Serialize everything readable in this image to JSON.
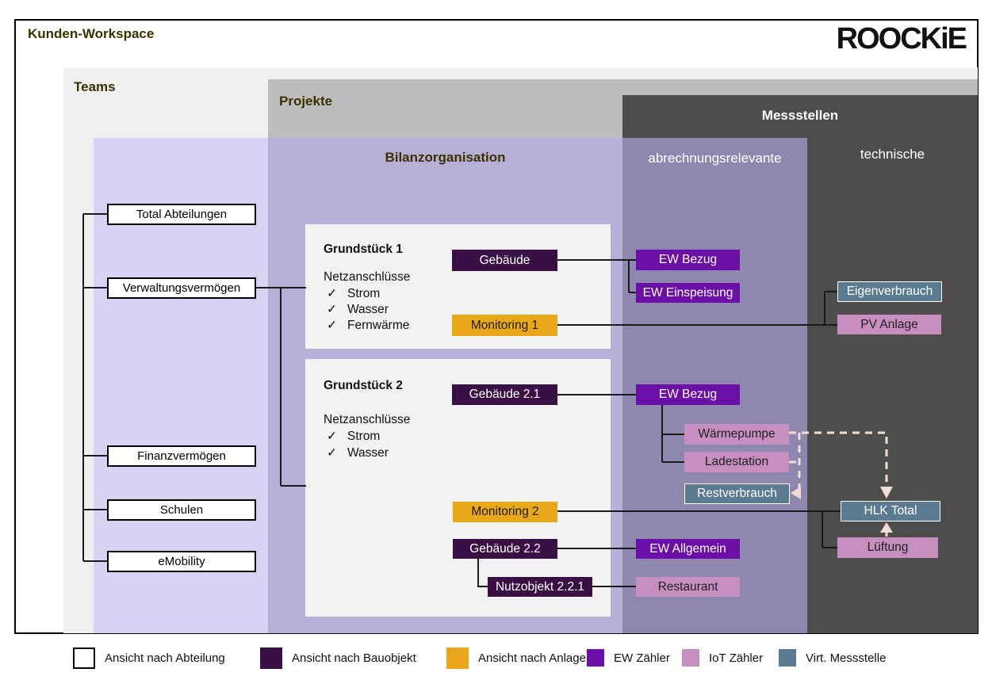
{
  "header": {
    "title": "Kunden-Workspace",
    "logo": "ROOCKiE"
  },
  "sections": {
    "teams": "Teams",
    "projekte": "Projekte",
    "messstellen": "Messstellen",
    "bilanzorganisation": "Bilanzorganisation",
    "abrechnungsrelevante": "abrechnungsrelevante",
    "technische": "technische"
  },
  "check_glyph": "✓",
  "teams": {
    "items": [
      "Total Abteilungen",
      "Verwaltungsvermögen",
      "Finanzvermögen",
      "Schulen",
      "eMobility"
    ]
  },
  "grundstueck1": {
    "title": "Grundstück 1",
    "subtitle": "Netzanschlüsse",
    "checks": [
      "Strom",
      "Wasser",
      "Fernwärme"
    ],
    "gebaeude": "Gebäude",
    "monitoring": "Monitoring 1"
  },
  "grundstueck2": {
    "title": "Grundstück 2",
    "subtitle": "Netzanschlüsse",
    "checks": [
      "Strom",
      "Wasser"
    ],
    "gebaeude21": "Gebäude 2.1",
    "monitoring": "Monitoring 2",
    "gebaeude22": "Gebäude 2.2",
    "nutzobjekt": "Nutzobjekt 2.2.1"
  },
  "abrechnungsrelevante_boxes": {
    "ew_bezug_1": "EW Bezug",
    "ew_einspeisung": "EW Einspeisung",
    "ew_bezug_2": "EW Bezug",
    "waermepumpe": "Wärmepumpe",
    "ladestation": "Ladestation",
    "restverbrauch": "Restverbrauch",
    "ew_allgemein": "EW Allgemein",
    "restaurant": "Restaurant"
  },
  "technische_boxes": {
    "eigenverbrauch": "Eigenverbrauch",
    "pv_anlage": "PV Anlage",
    "hlk_total": "HLK Total",
    "lueftung": "Lüftung"
  },
  "legend": {
    "items": [
      {
        "label": "Ansicht nach Abteilung",
        "color": "#ffffff"
      },
      {
        "label": "Ansicht nach Bauobjekt",
        "color": "#3a0f45"
      },
      {
        "label": "Ansicht nach Anlage",
        "color": "#e9a71a"
      },
      {
        "label": "EW Zähler",
        "color": "#6c0fa8"
      },
      {
        "label": "IoT Zähler",
        "color": "#c78fc0"
      },
      {
        "label": "Virt. Messstelle",
        "color": "#5a7b91"
      }
    ]
  },
  "colors": {
    "teams_panel": "#f0f0f0",
    "teams_inner_panel": "#d6d3f3",
    "projekte_panel": "#bdbdbd",
    "messstellen_panel": "#4f4c4c",
    "bilanz_panel": "#b6b0d9",
    "abrechnungsrelevante_panel": "#8e88b0",
    "card": "#f2f2f2",
    "dashed_arrow": "#f3dcd2",
    "connector": "#1a1a1a",
    "heading_dark": "#3b3000"
  }
}
